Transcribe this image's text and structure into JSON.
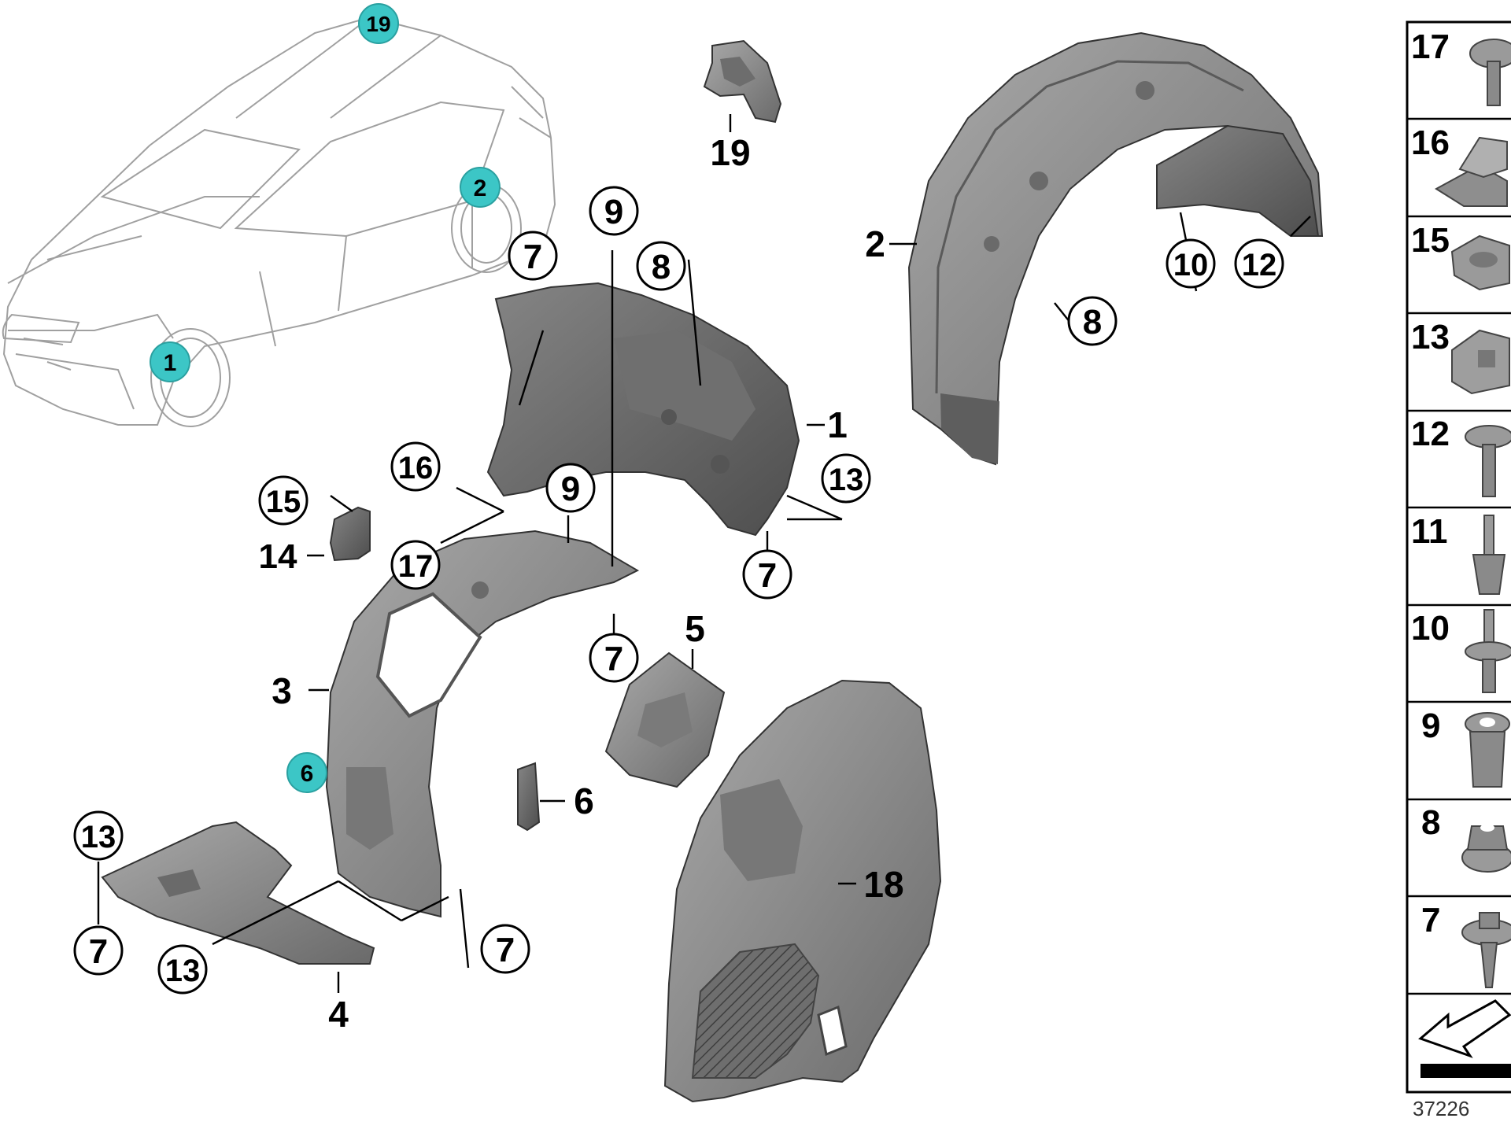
{
  "diagram": {
    "drawing_code": "37226",
    "colors": {
      "hotspot": "#3cc6c6",
      "part_fill": "#8e8e8e",
      "part_dark": "#5f5f5f",
      "car_outline": "#a0a0a0",
      "callout_stroke": "#000000"
    },
    "car_hotspots": [
      {
        "id": "19",
        "label": "19"
      },
      {
        "id": "2",
        "label": "2"
      },
      {
        "id": "1",
        "label": "1"
      },
      {
        "id": "6",
        "label": "6"
      }
    ],
    "circled_labels": [
      {
        "id": "c9a",
        "label": "9"
      },
      {
        "id": "c7a",
        "label": "7"
      },
      {
        "id": "c8a",
        "label": "8"
      },
      {
        "id": "c10",
        "label": "10"
      },
      {
        "id": "c12",
        "label": "12"
      },
      {
        "id": "c8b",
        "label": "8"
      },
      {
        "id": "c16",
        "label": "16"
      },
      {
        "id": "c15",
        "label": "15"
      },
      {
        "id": "c9b",
        "label": "9"
      },
      {
        "id": "c13a",
        "label": "13"
      },
      {
        "id": "c17",
        "label": "17"
      },
      {
        "id": "c7b",
        "label": "7"
      },
      {
        "id": "c7c",
        "label": "7"
      },
      {
        "id": "c13b",
        "label": "13"
      },
      {
        "id": "c7d",
        "label": "7"
      },
      {
        "id": "c13c",
        "label": "13"
      },
      {
        "id": "c7e",
        "label": "7"
      }
    ],
    "plain_labels": [
      {
        "id": "p19",
        "label": "19"
      },
      {
        "id": "p2",
        "label": "2"
      },
      {
        "id": "p1",
        "label": "1"
      },
      {
        "id": "p14",
        "label": "14"
      },
      {
        "id": "p3",
        "label": "3"
      },
      {
        "id": "p5",
        "label": "5"
      },
      {
        "id": "p6",
        "label": "6"
      },
      {
        "id": "p18",
        "label": "18"
      },
      {
        "id": "p4",
        "label": "4"
      }
    ],
    "fastener_panel": [
      {
        "label": "17",
        "icon": "round-head-clip-icon"
      },
      {
        "label": "16",
        "icon": "spring-clip-icon"
      },
      {
        "label": "15",
        "icon": "clip-nut-icon"
      },
      {
        "label": "13",
        "icon": "square-clip-nut-icon"
      },
      {
        "label": "12",
        "icon": "expansion-rivet-icon"
      },
      {
        "label": "11",
        "icon": "push-rivet-icon"
      },
      {
        "label": "10",
        "icon": "plastic-rivet-icon"
      },
      {
        "label": "9",
        "icon": "grommet-nut-icon"
      },
      {
        "label": "8",
        "icon": "hex-collar-nut-icon"
      },
      {
        "label": "7",
        "icon": "flange-screw-icon"
      },
      {
        "label": "",
        "icon": "arrow-direction-icon"
      }
    ]
  }
}
